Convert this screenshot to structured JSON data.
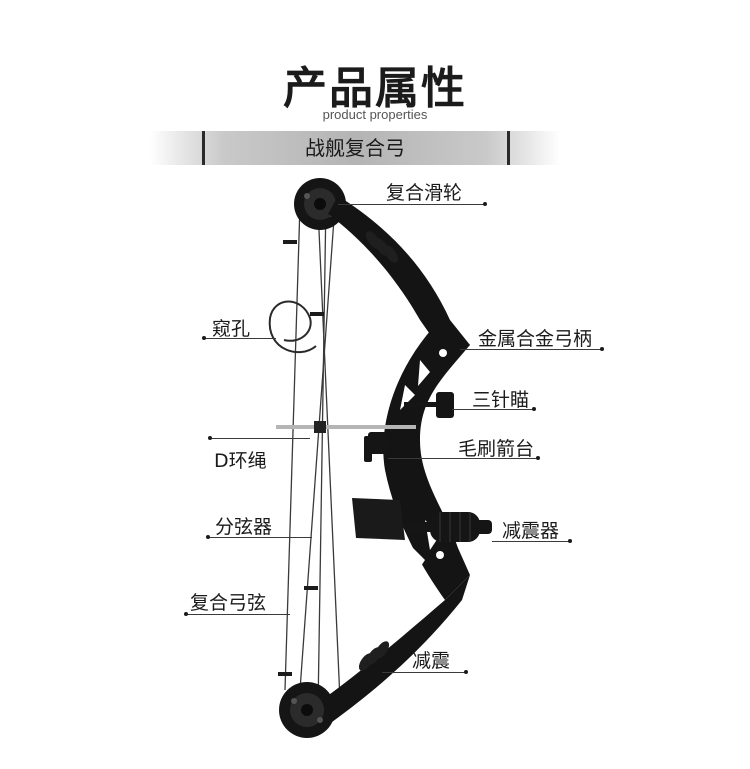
{
  "header": {
    "title": "产品属性",
    "subtitle": "product properties",
    "product_name": "战舰复合弓"
  },
  "callouts": {
    "compound_cam": "复合滑轮",
    "peep_sight": "窥孔",
    "riser": "金属合金弓柄",
    "three_pin_sight": "三针瞄",
    "brush_rest": "毛刷箭台",
    "d_loop": "D环绳",
    "string_splitter": "分弦器",
    "stabilizer": "减震器",
    "compound_string": "复合弓弦",
    "limb_damper": "减震"
  },
  "colors": {
    "bow_body": "#141414",
    "string": "#3a3a3a",
    "banner": "#b4b4b4"
  }
}
